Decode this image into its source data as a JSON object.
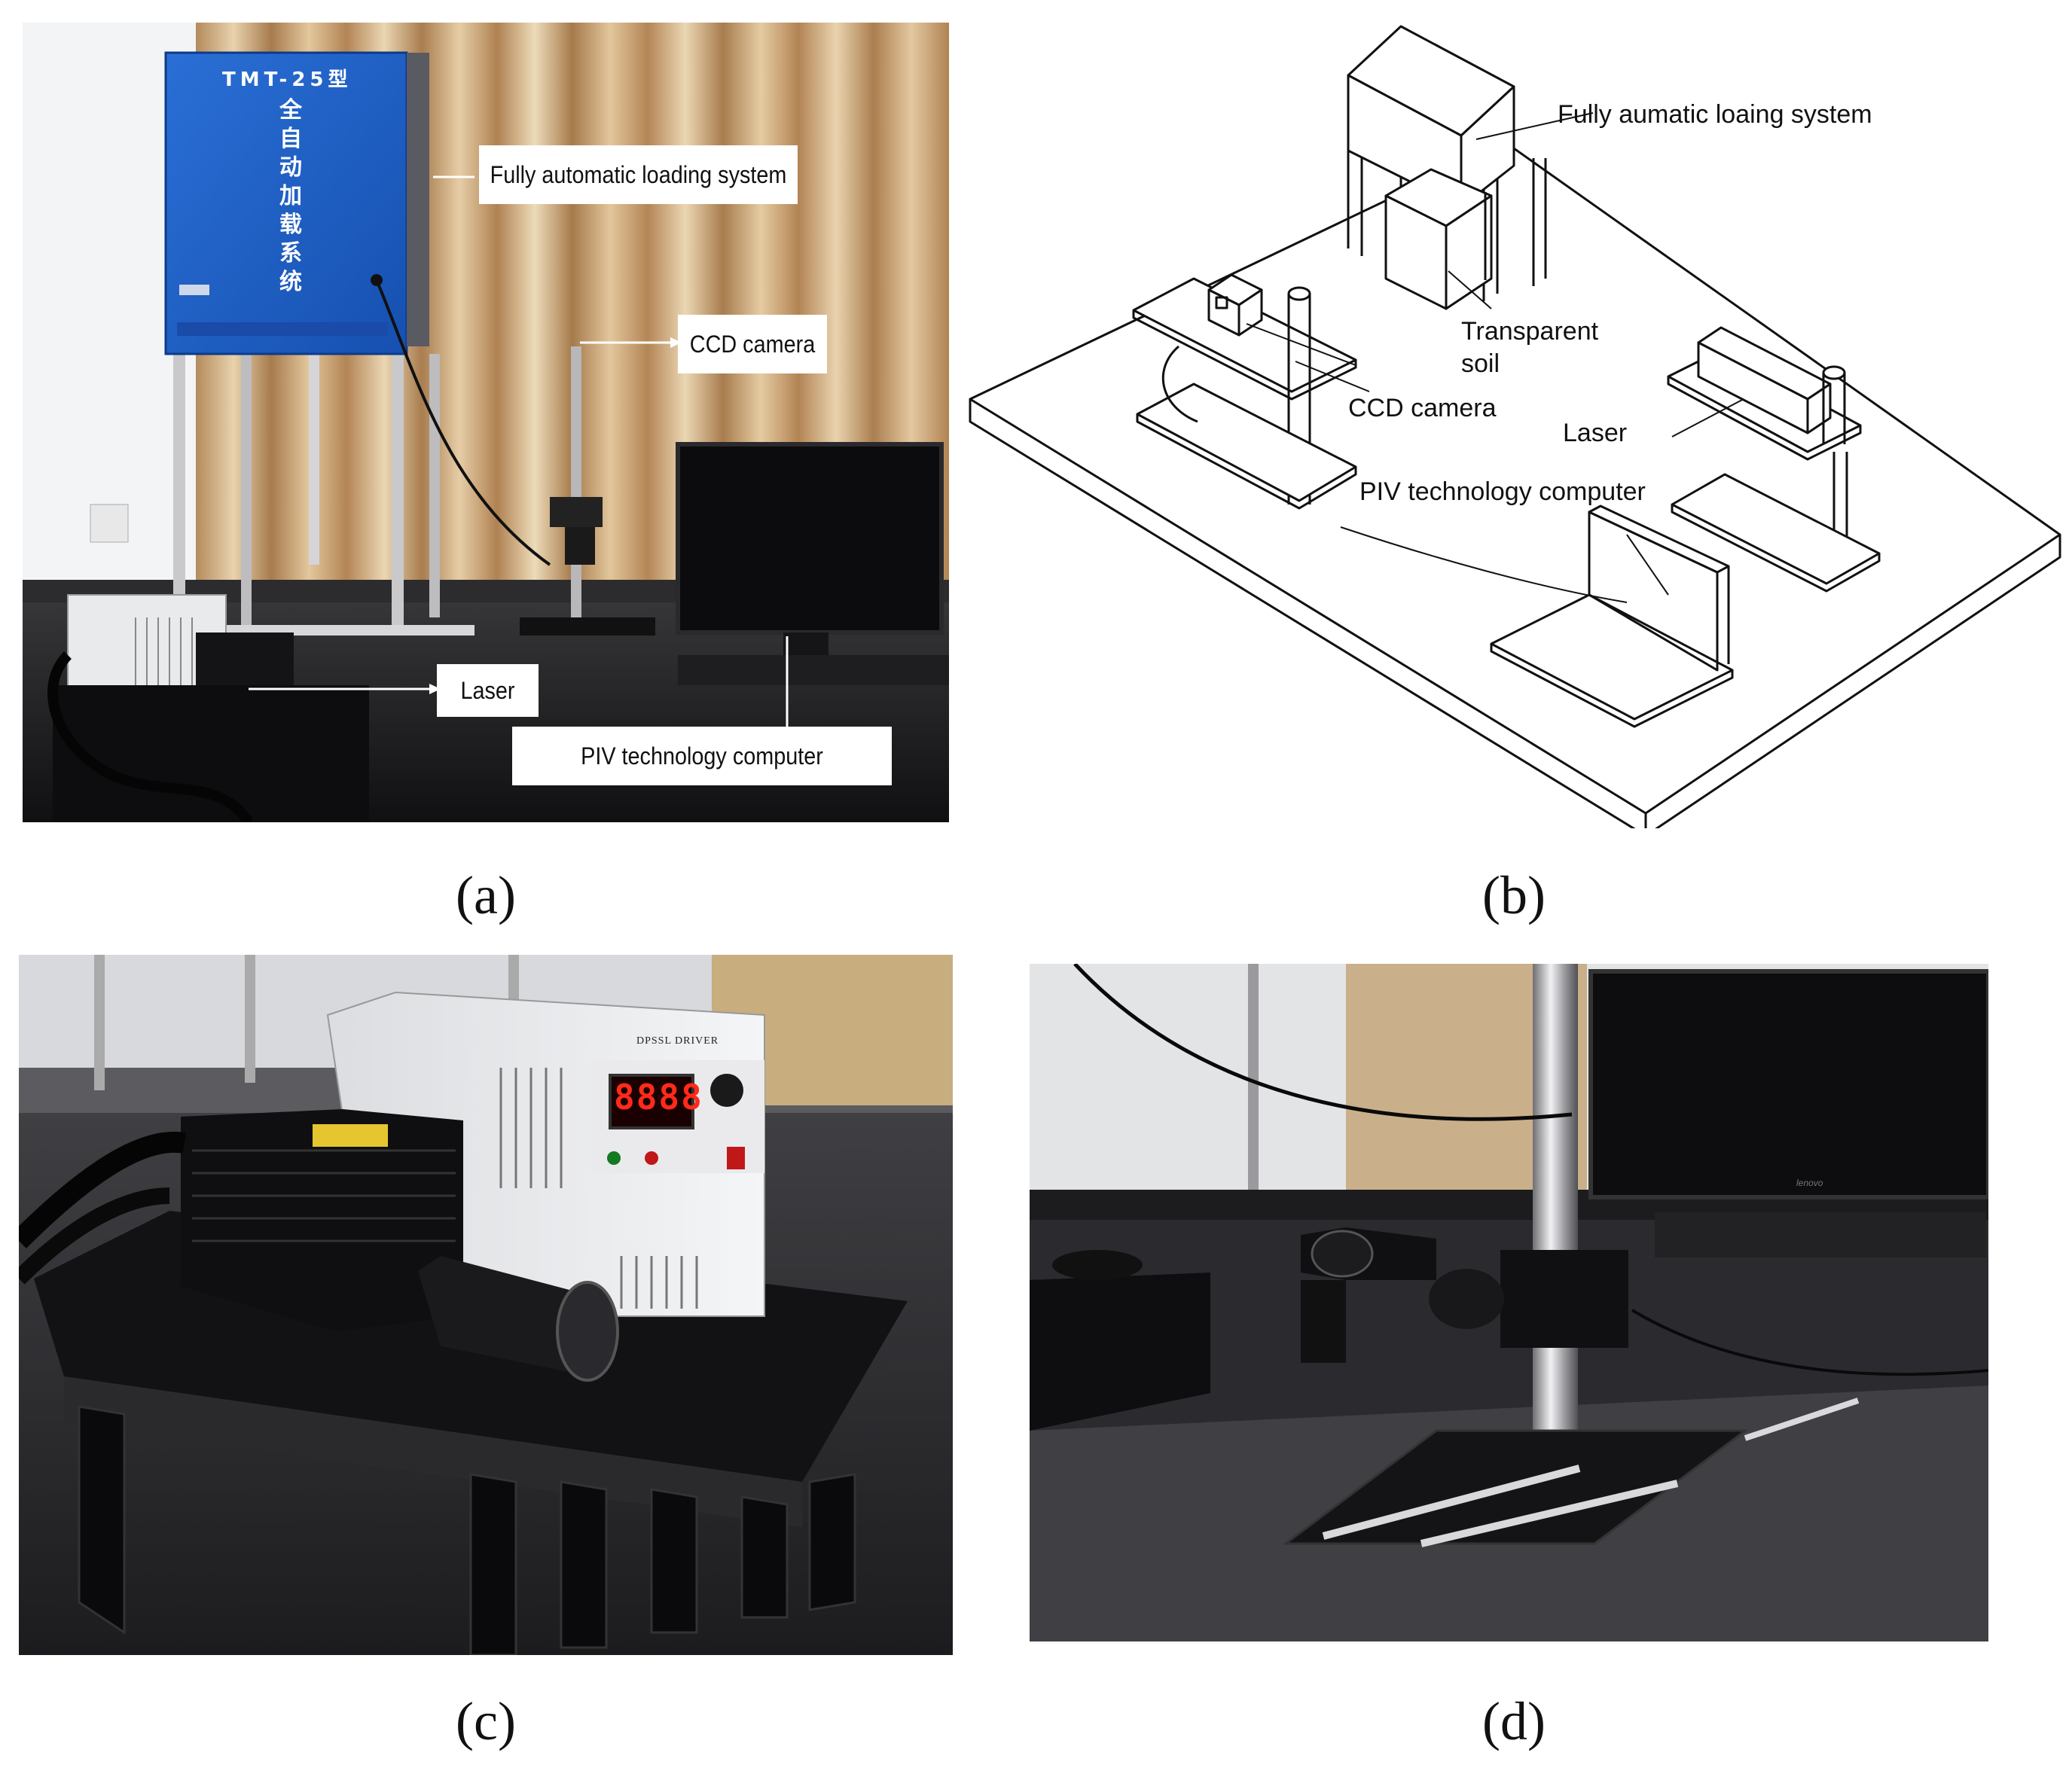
{
  "panel_a": {
    "caption": "(a)",
    "labels": {
      "loading_system": "Fully automatic loading system",
      "ccd_camera": "CCD camera",
      "laser": "Laser",
      "piv_computer": "PIV technology computer"
    },
    "device_text": {
      "model": "TMT-25型",
      "name_chars": [
        "全",
        "自",
        "动",
        "加",
        "载",
        "系",
        "统"
      ]
    }
  },
  "panel_b": {
    "caption": "(b)",
    "labels": {
      "loading_system": "Fully aumatic loaing system",
      "transparent_soil_line1": "Transparent",
      "transparent_soil_line2": "soil",
      "ccd_camera": "CCD camera",
      "laser": "Laser",
      "piv_computer": "PIV technology computer"
    }
  },
  "panel_c": {
    "caption": "(c)",
    "device_text": {
      "driver_title": "DPSSL DRIVER",
      "display": "8888"
    }
  },
  "panel_d": {
    "caption": "(d)",
    "device_text": {
      "monitor_brand": "lenovo"
    }
  },
  "colors": {
    "loading_box_blue": "#1f5fc4",
    "curtain_gold": "#c9a77a",
    "display_red": "#ff2a1a"
  }
}
